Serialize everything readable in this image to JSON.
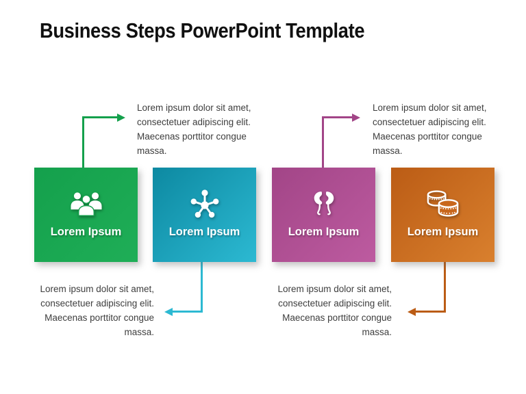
{
  "title": "Business Steps PowerPoint Template",
  "steps": [
    {
      "label": "Lorem Ipsum",
      "icon": "people-group-icon",
      "color": "#14a04c",
      "color_light": "#1fae57"
    },
    {
      "label": "Lorem Ipsum",
      "icon": "network-nodes-icon",
      "color": "#0d89a1",
      "color_light": "#2cb9d2"
    },
    {
      "label": "Lorem Ipsum",
      "icon": "kidneys-icon",
      "color": "#a24587",
      "color_light": "#bd5ba0"
    },
    {
      "label": "Lorem Ipsum",
      "icon": "coin-stacks-icon",
      "color": "#bb5c15",
      "color_light": "#d9802e"
    }
  ],
  "annotations": [
    {
      "position": "top-left",
      "lines": [
        "Lorem ipsum dolor sit amet,",
        "consectetuer adipiscing elit.",
        "Maecenas porttitor congue",
        "massa."
      ]
    },
    {
      "position": "top-right",
      "lines": [
        "Lorem ipsum dolor sit amet,",
        "consectetuer adipiscing elit.",
        "Maecenas porttitor congue",
        "massa."
      ]
    },
    {
      "position": "bottom-left",
      "lines": [
        "Lorem ipsum dolor sit amet,",
        "consectetuer adipiscing elit.",
        "Maecenas porttitor congue",
        "massa."
      ]
    },
    {
      "position": "bottom-right",
      "lines": [
        "Lorem ipsum dolor sit amet,",
        "consectetuer adipiscing elit.",
        "Maecenas porttitor congue",
        "massa."
      ]
    }
  ],
  "arrows": [
    {
      "from_step": 1,
      "direction": "up-then-right"
    },
    {
      "from_step": 3,
      "direction": "up-then-right"
    },
    {
      "from_step": 2,
      "direction": "down-then-left"
    },
    {
      "from_step": 4,
      "direction": "down-then-left"
    }
  ]
}
